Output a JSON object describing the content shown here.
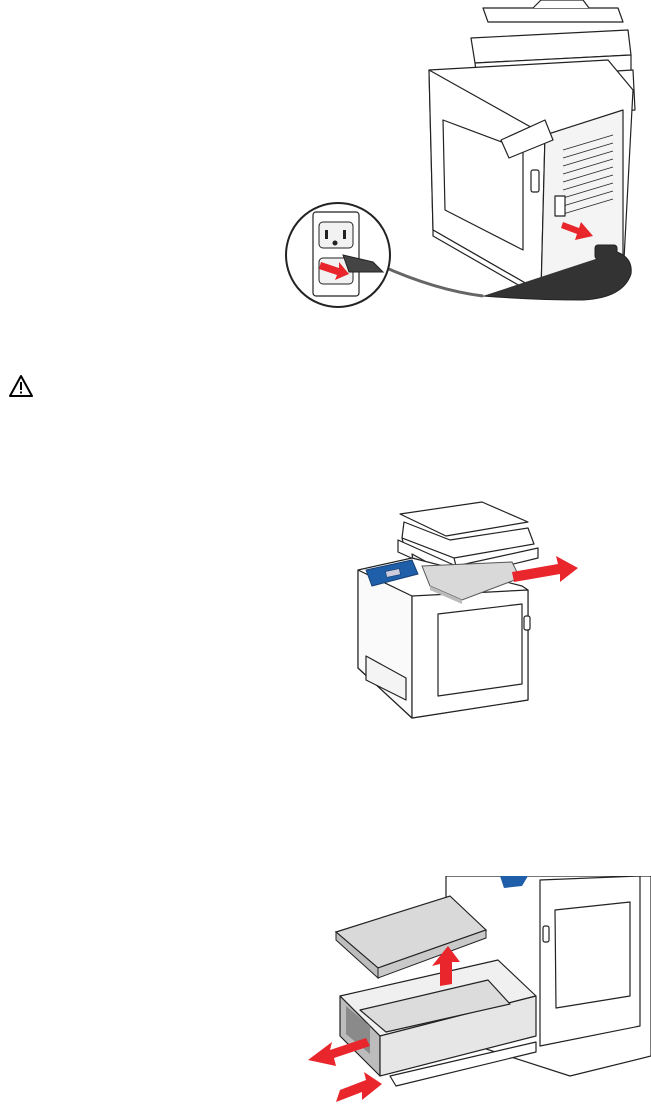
{
  "figures": {
    "power": {
      "icon": "printer-power-cord-unplug-illustration"
    },
    "warning": {
      "icon": "warning-triangle-icon"
    },
    "output": {
      "icon": "printer-output-tray-remove-paper-illustration"
    },
    "tray": {
      "icon": "paper-tray-removal-illustration"
    }
  },
  "colors": {
    "arrow": "#e8262c",
    "panel": "#1f5ea8",
    "outline": "#222222",
    "body": "#ffffff",
    "paper": "#d9d9d9"
  }
}
